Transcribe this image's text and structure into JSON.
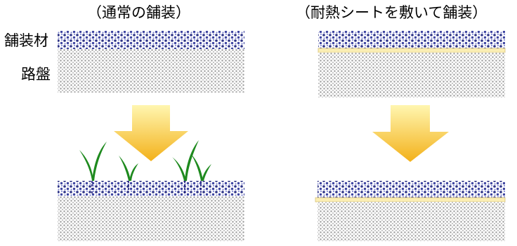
{
  "titles": {
    "normal": "（通常の舗装）",
    "sheet": "（耐熱シートを敷いて舗装）"
  },
  "labels": {
    "paving_material": "舗装材",
    "roadbed": "路盤"
  },
  "colors": {
    "paving": "#3a3f8f",
    "roadbed": "#9a9a9a",
    "sheet": "#fbeeb4",
    "arrow_top": "#fff3a0",
    "arrow_bottom": "#f5b51c",
    "weed": "#1a8a1a"
  }
}
